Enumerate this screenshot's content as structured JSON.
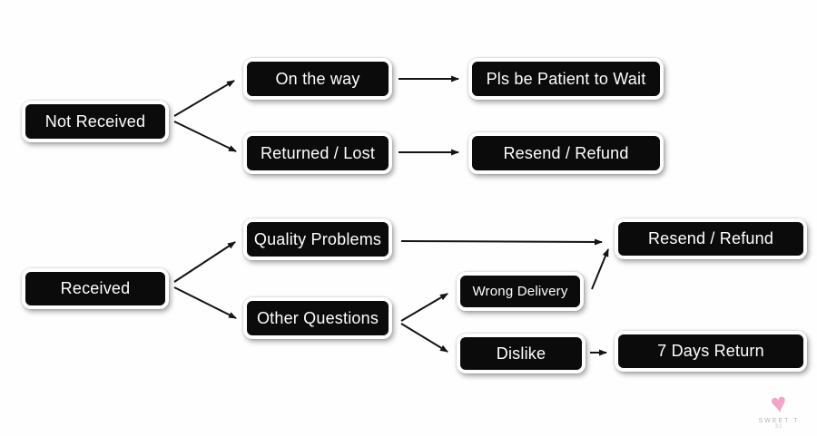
{
  "nodes": [
    {
      "id": "not-received",
      "label": "Not Received"
    },
    {
      "id": "on-the-way",
      "label": "On the way"
    },
    {
      "id": "returned-lost",
      "label": "Returned / Lost"
    },
    {
      "id": "pls-be-patient",
      "label": "Pls be Patient to Wait"
    },
    {
      "id": "resend-refund-1",
      "label": "Resend / Refund"
    },
    {
      "id": "received",
      "label": "Received"
    },
    {
      "id": "quality-problems",
      "label": "Quality Problems"
    },
    {
      "id": "other-questions",
      "label": "Other Questions"
    },
    {
      "id": "wrong-delivery",
      "label": "Wrong Delivery"
    },
    {
      "id": "dislike",
      "label": "Dislike"
    },
    {
      "id": "resend-refund-2",
      "label": "Resend / Refund"
    },
    {
      "id": "seven-days-return",
      "label": "7 Days Return"
    }
  ],
  "edges": [
    {
      "from": "not-received",
      "to": "on-the-way"
    },
    {
      "from": "not-received",
      "to": "returned-lost"
    },
    {
      "from": "on-the-way",
      "to": "pls-be-patient"
    },
    {
      "from": "returned-lost",
      "to": "resend-refund-1"
    },
    {
      "from": "received",
      "to": "quality-problems"
    },
    {
      "from": "received",
      "to": "other-questions"
    },
    {
      "from": "quality-problems",
      "to": "resend-refund-2"
    },
    {
      "from": "other-questions",
      "to": "wrong-delivery"
    },
    {
      "from": "other-questions",
      "to": "dislike"
    },
    {
      "from": "wrong-delivery",
      "to": "resend-refund-2"
    },
    {
      "from": "dislike",
      "to": "seven-days-return"
    }
  ],
  "watermark": {
    "brand": "SWEET T",
    "sub": "32"
  },
  "colors": {
    "node_bg": "#0b0b0b",
    "node_text": "#ffffff",
    "arrow": "#141414",
    "background": "#fefefe",
    "heart": "#f2a3c9"
  }
}
